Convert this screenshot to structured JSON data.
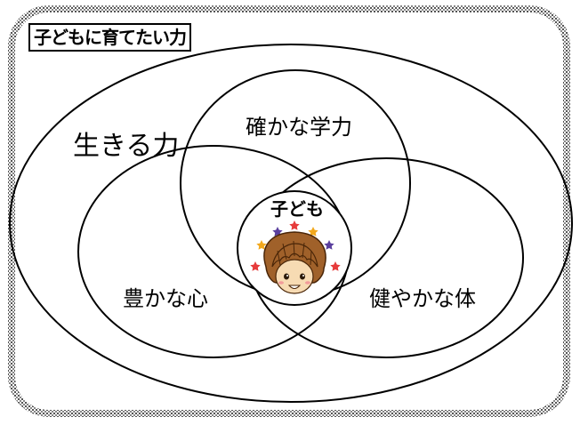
{
  "title": "子どもに育てたい力",
  "labels": {
    "ikiru_chikara": "生きる力",
    "tashikana_gakuryoku": "確かな学力",
    "yutakana_kokoro": "豊かな心",
    "sukoyakana_karada": "健やかな体",
    "kodomo": "子ども"
  },
  "colors": {
    "frame_dot": "#6b6b6b",
    "line": "#000000",
    "hair": "#9b5a22",
    "hair_dark": "#5a3010",
    "face": "#f7dbb3",
    "star_colors": [
      "#5a3f9e",
      "#e63b3b",
      "#f2a81d",
      "#5a3f9e",
      "#e63b3b",
      "#f2a81d",
      "#e63b3b"
    ]
  },
  "icons": {
    "character": "child-face-icon",
    "stars": "star-icon"
  }
}
